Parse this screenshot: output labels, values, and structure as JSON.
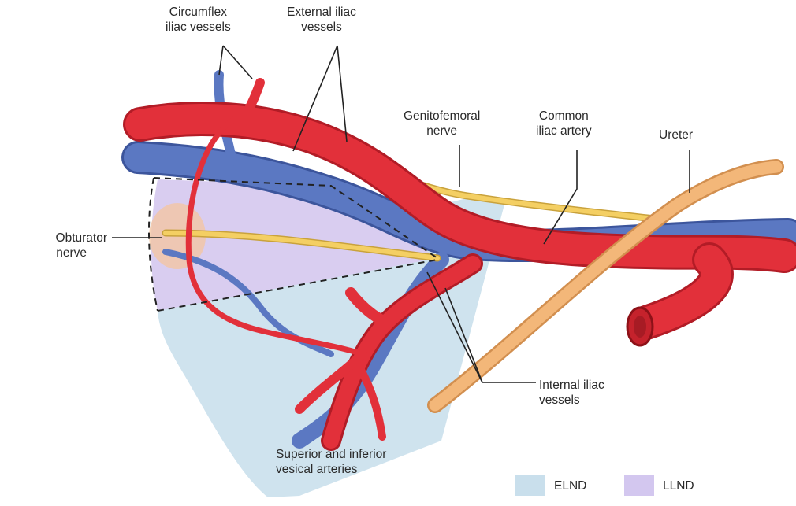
{
  "labels": {
    "circumflex": [
      "Circumflex",
      "iliac vessels"
    ],
    "external": [
      "External iliac",
      "vessels"
    ],
    "genitofemoral": [
      "Genitofemoral",
      "nerve"
    ],
    "common": [
      "Common",
      "iliac artery"
    ],
    "ureter": [
      "Ureter"
    ],
    "obturator": [
      "Obturator",
      "nerve"
    ],
    "internal": [
      "Internal iliac",
      "vessels"
    ],
    "vesical": [
      "Superior and inferior",
      "vesical arteries"
    ]
  },
  "legend": [
    {
      "label": "ELND",
      "color": "#c9dfec"
    },
    {
      "label": "LLND",
      "color": "#d3c7ef"
    }
  ],
  "colors": {
    "artery": "#e2303a",
    "artery_dark": "#b21c26",
    "vein": "#5b78c2",
    "vein_dark": "#3c559c",
    "nerve": "#f4cf63",
    "ureter": "#f3b779",
    "elnd": "#cfe3ee",
    "llnd": "#d9cdf0"
  }
}
